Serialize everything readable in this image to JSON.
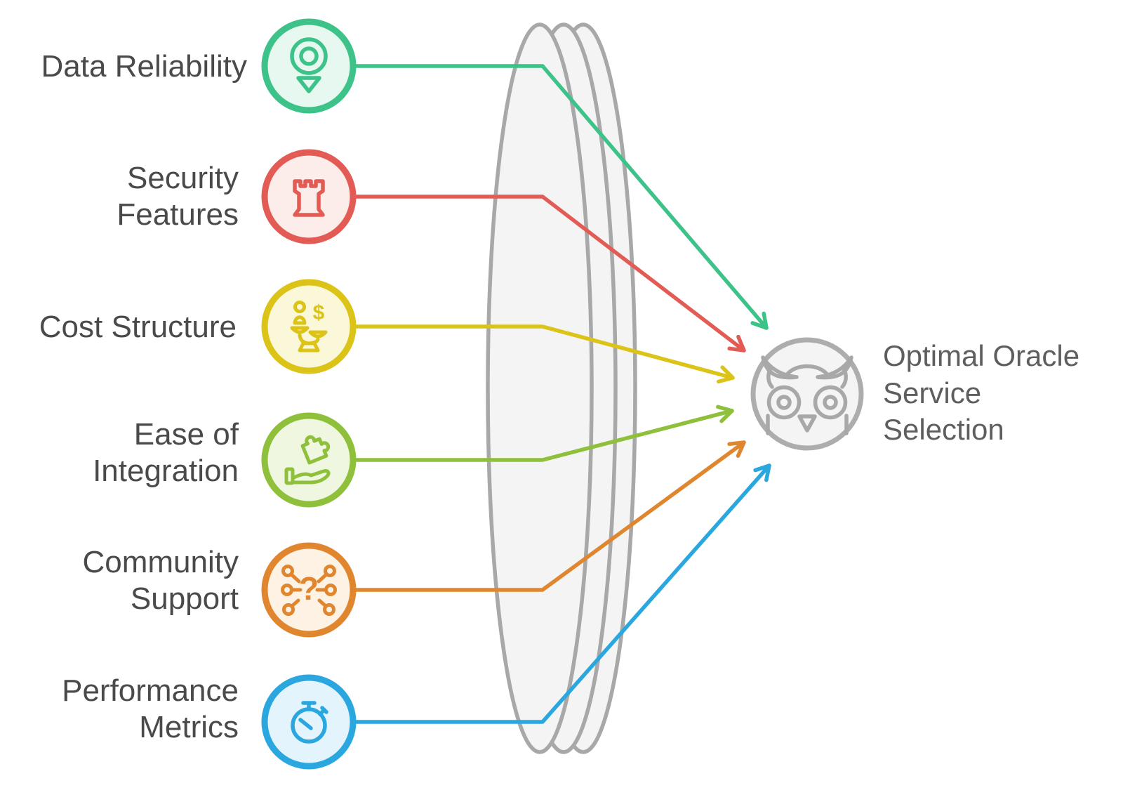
{
  "diagram": {
    "background": "#ffffff",
    "label_color": "#4a4a4a",
    "lens": {
      "stroke": "#a8a8a8",
      "fill": "#f4f4f4"
    },
    "outcome": {
      "label_lines": [
        "Optimal Oracle",
        "Service",
        "Selection"
      ],
      "label_color": "#5d5e60",
      "icon": "owl-icon",
      "circle_stroke": "#adadad",
      "circle_fill": "#f4f4f4",
      "feature_stroke": "#a8a8a8"
    },
    "factors": [
      {
        "label_lines": [
          "Data Reliability"
        ],
        "icon": "location-pin-icon",
        "color": "#3dc389",
        "fill": "#e6f8ef"
      },
      {
        "label_lines": [
          "Security",
          "Features"
        ],
        "icon": "castle-tower-icon",
        "color": "#e25c55",
        "fill": "#fcecea"
      },
      {
        "label_lines": [
          "Cost Structure"
        ],
        "icon": "balance-scale-icon",
        "color": "#dcc317",
        "fill": "#fbf8d9",
        "glyph": "$"
      },
      {
        "label_lines": [
          "Ease of",
          "Integration"
        ],
        "icon": "hand-puzzle-icon",
        "color": "#8fc03c",
        "fill": "#f0f7e0"
      },
      {
        "label_lines": [
          "Community",
          "Support"
        ],
        "icon": "network-question-icon",
        "color": "#e0862f",
        "fill": "#fdf2e4",
        "glyph": "?"
      },
      {
        "label_lines": [
          "Performance",
          "Metrics"
        ],
        "icon": "stopwatch-icon",
        "color": "#2aa7de",
        "fill": "#e3f4fc"
      }
    ]
  }
}
